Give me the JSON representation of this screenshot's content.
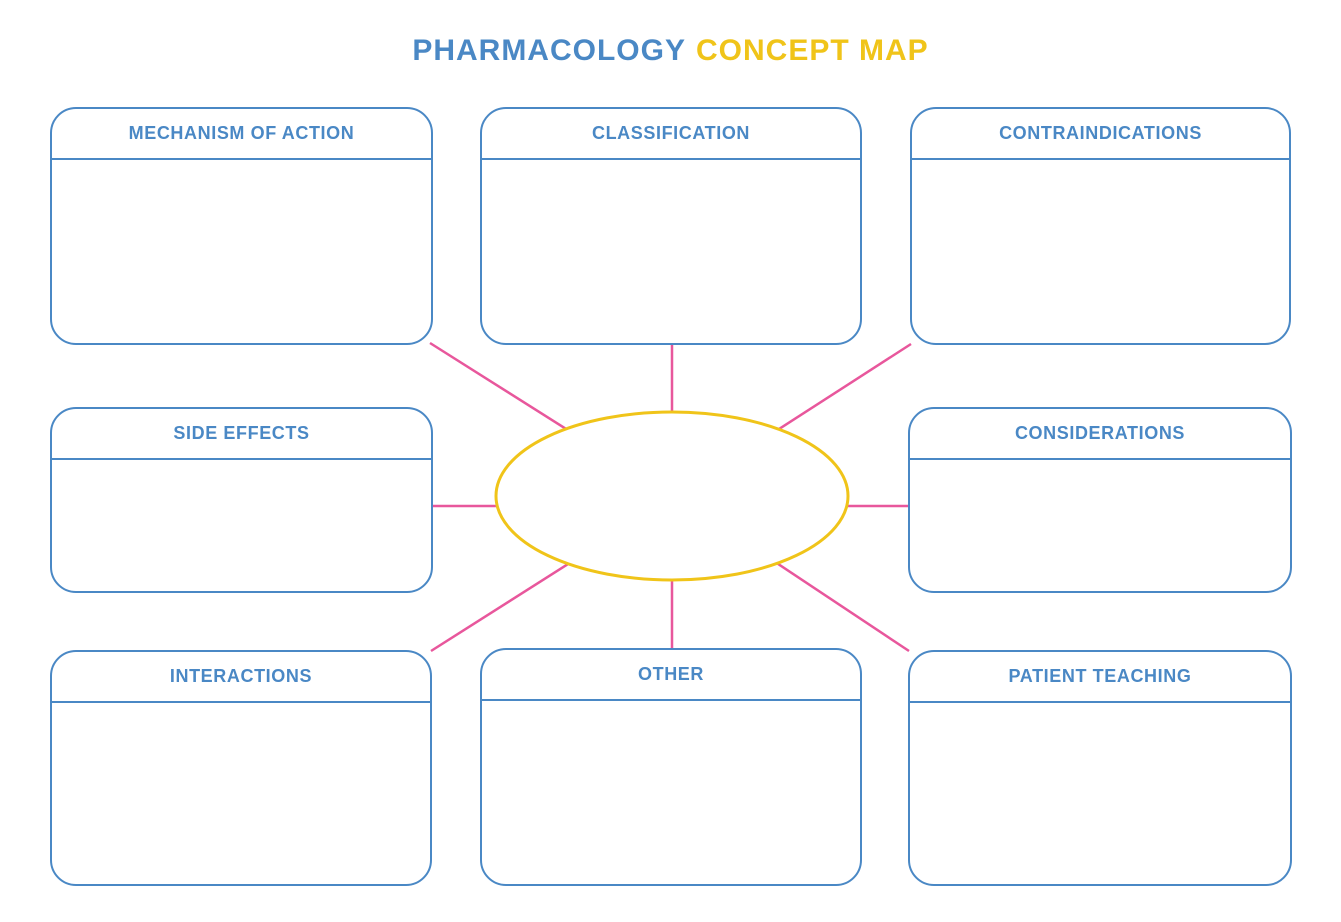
{
  "title": {
    "part1": "PHARMACOLOGY",
    "part2": "CONCEPT MAP"
  },
  "colors": {
    "blue": "#4a88c5",
    "yellow": "#f0c419",
    "pink": "#e8579c",
    "background": "#ffffff"
  },
  "central_topic": {
    "shape": "ellipse",
    "label": ""
  },
  "connectors": {
    "count": 8,
    "style": "straight-line"
  },
  "boxes": [
    {
      "id": "mechanism-of-action",
      "label": "MECHANISM OF ACTION",
      "content": ""
    },
    {
      "id": "classification",
      "label": "CLASSIFICATION",
      "content": ""
    },
    {
      "id": "contraindications",
      "label": "CONTRAINDICATIONS",
      "content": ""
    },
    {
      "id": "side-effects",
      "label": "SIDE EFFECTS",
      "content": ""
    },
    {
      "id": "considerations",
      "label": "CONSIDERATIONS",
      "content": ""
    },
    {
      "id": "interactions",
      "label": "INTERACTIONS",
      "content": ""
    },
    {
      "id": "other",
      "label": "OTHER",
      "content": ""
    },
    {
      "id": "patient-teaching",
      "label": "PATIENT TEACHING",
      "content": ""
    }
  ]
}
